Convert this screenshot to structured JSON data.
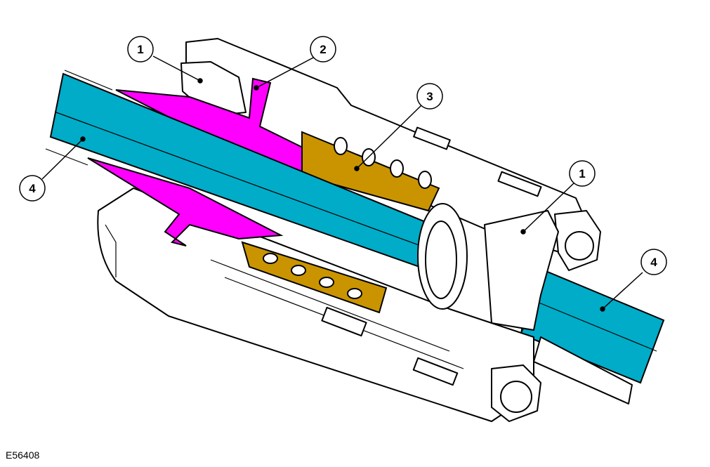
{
  "figure_id": "E56408",
  "callouts": [
    {
      "label": "1"
    },
    {
      "label": "2"
    },
    {
      "label": "3"
    },
    {
      "label": "1"
    },
    {
      "label": "4"
    },
    {
      "label": "4"
    }
  ],
  "colors": {
    "shaft": "#00acc8",
    "yoke": "#ff00ff",
    "spline": "#c99400",
    "outline": "#000000",
    "housing": "#ffffff"
  }
}
